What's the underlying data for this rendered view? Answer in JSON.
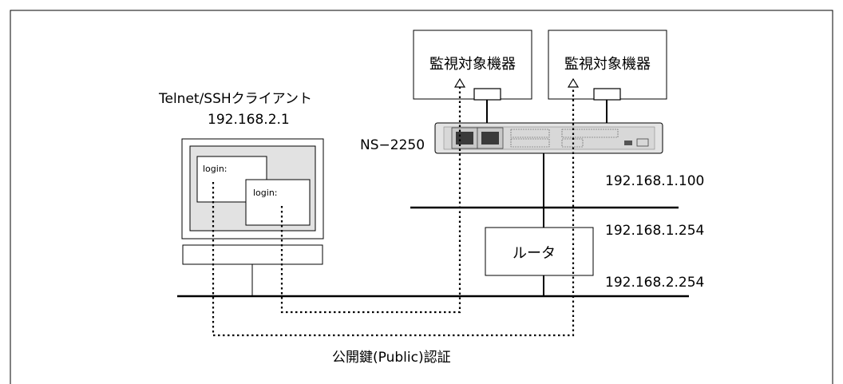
{
  "client": {
    "title": "Telnet/SSHクライアント",
    "ip": "192.168.2.1",
    "window1": "login:",
    "window2": "login:"
  },
  "devices": [
    {
      "label": "監視対象機器"
    },
    {
      "label": "監視対象機器"
    }
  ],
  "ns": {
    "label": "NS−2250",
    "ip": "192.168.1.100"
  },
  "router": {
    "label": "ルータ",
    "ip_upper": "192.168.1.254",
    "ip_lower": "192.168.2.254"
  },
  "caption": "公開鍵(Public)認証"
}
